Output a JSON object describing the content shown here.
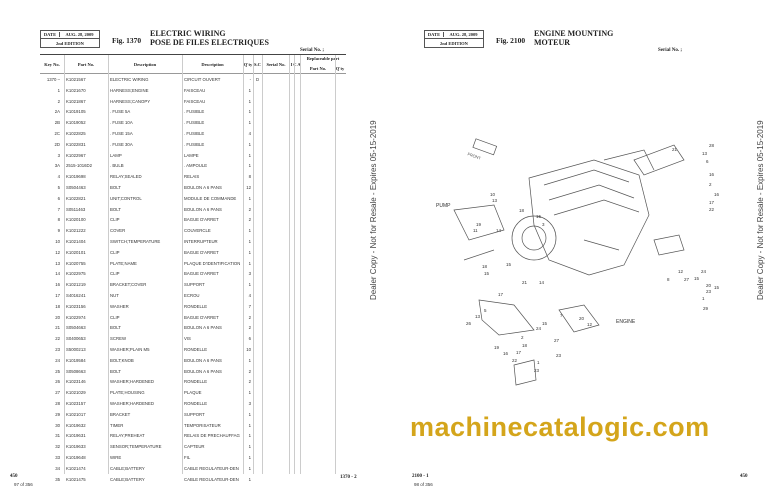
{
  "left_page": {
    "date_label": "DATE",
    "date": "AUG. 28, 2009",
    "edition": "2nd EDITION",
    "fig": "Fig. 1370",
    "title_en": "ELECTRIC WIRING",
    "title_fr": "POSE DE FILES ELECTRIQUES",
    "serial": "Serial No. ;",
    "headers": {
      "key": "Key No.",
      "part": "Part No.",
      "desc": "Description",
      "desc_fr": "Description",
      "qty": "Q'ty",
      "sc": "S.C",
      "serial": "Serial No.",
      "ic": "I",
      "ca": "C A",
      "replaceable": "Replaceable part",
      "rep_part": "Part No.",
      "rep_qty": "Q'ty"
    },
    "rows": [
      [
        "1370 –",
        "K1021567",
        "ELECTRIC WIRING",
        "CIRCUIT OUVERT",
        "-",
        "D"
      ],
      [
        "1",
        "K1021670",
        "HARNESS;ENGINE",
        "FAISCEAU",
        "1",
        ""
      ],
      [
        "2",
        "K1021867",
        "HARNESS;CANOPY",
        "FAISCEAU",
        "1",
        ""
      ],
      [
        "2A",
        "K1019105",
        ". FUSE 5A",
        ". FUSIBLE",
        "1",
        ""
      ],
      [
        "2B",
        "K1019052",
        ". FUSE 10A",
        ". FUSIBLE",
        "1",
        ""
      ],
      [
        "2C",
        "K1022825",
        ". FUSE 15A",
        ". FUSIBLE",
        "4",
        ""
      ],
      [
        "2D",
        "K1022831",
        ". FUSE 30A",
        ". FUSIBLE",
        "1",
        ""
      ],
      [
        "3",
        "K1022967",
        "LAMP",
        "LAMPE",
        "1",
        ""
      ],
      [
        "3A",
        "2515-1016D2",
        ". BULB",
        ". AMPOULE",
        "1",
        ""
      ],
      [
        "4",
        "K1019698",
        "RELAY;SEALED",
        "RELAIS",
        "8",
        ""
      ],
      [
        "5",
        "S0504463",
        "BOLT",
        "BOULON A 6 PANS",
        "12",
        ""
      ],
      [
        "6",
        "K1022821",
        "UNIT;CONTROL",
        "MODULE DE COMMANDE",
        "1",
        ""
      ],
      [
        "7",
        "S0511463",
        "BOLT",
        "BOULON A 6 PANS",
        "2",
        ""
      ],
      [
        "8",
        "K1020100",
        "CLIP",
        "BAGUE D'ARRET",
        "2",
        ""
      ],
      [
        "9",
        "K1021222",
        "COVER",
        "COUVERCLE",
        "1",
        ""
      ],
      [
        "10",
        "K1021404",
        "SWITCH;TEMPERATURE",
        "INTERRUPTEUR",
        "1",
        ""
      ],
      [
        "12",
        "K1020101",
        "CLIP",
        "BAGUE D'ARRET",
        "1",
        ""
      ],
      [
        "13",
        "K1020755",
        "PLATE;NAME",
        "PLAQUE D'IDENTIFICATION",
        "1",
        ""
      ],
      [
        "14",
        "K1022975",
        "CLIP",
        "BAGUE D'ARRET",
        "3",
        ""
      ],
      [
        "16",
        "K1021219",
        "BRACKET;COVER",
        "SUPPORT",
        "1",
        ""
      ],
      [
        "17",
        "S4016241",
        "NUT",
        "ECROU",
        "4",
        ""
      ],
      [
        "18",
        "K1023156",
        "WASHER",
        "RONDELLE",
        "7",
        ""
      ],
      [
        "20",
        "K1022974",
        "CLIP",
        "BAGUE D'ARRET",
        "2",
        ""
      ],
      [
        "21",
        "S0504663",
        "BOLT",
        "BOULON A 6 PANS",
        "2",
        ""
      ],
      [
        "22",
        "S0400653",
        "SCREW",
        "VIS",
        "6",
        ""
      ],
      [
        "23",
        "S5000213",
        "WASHER;PLAIN M5",
        "RONDELLE",
        "10",
        ""
      ],
      [
        "24",
        "K1019584",
        "BOLT;KNOB",
        "BOULON A 6 PANS",
        "1",
        ""
      ],
      [
        "25",
        "S0508663",
        "BOLT",
        "BOULON A 6 PANS",
        "2",
        ""
      ],
      [
        "26",
        "K1023146",
        "WASHER;HARDENED",
        "RONDELLE",
        "2",
        ""
      ],
      [
        "27",
        "K1021029",
        "PLATE;HOUSING",
        "PLAQUE",
        "1",
        ""
      ],
      [
        "28",
        "K1023157",
        "WASHER;HARDENED",
        "RONDELLE",
        "3",
        ""
      ],
      [
        "29",
        "K1021017",
        "BRACKET",
        "SUPPORT",
        "1",
        ""
      ],
      [
        "30",
        "K1019632",
        "TIMER",
        "TEMPORISATEUR",
        "1",
        ""
      ],
      [
        "31",
        "K1019631",
        "RELAY;PREHEAT",
        "RELAIS DE PRECHAUFFAG",
        "1",
        ""
      ],
      [
        "32",
        "K1019633",
        "SENSOR;TEMPERATURE",
        "CAPTEUR",
        "1",
        ""
      ],
      [
        "33",
        "K1019648",
        "WIRE",
        "FIL",
        "1",
        ""
      ],
      [
        "34",
        "K1021474",
        "CABLE;BATTERY",
        "CABLE REGULATEUR-DEN",
        "1",
        ""
      ],
      [
        "35",
        "K1021475",
        "CABLE;BATTERY",
        "CABLE REGULATEUR-DEN",
        "1",
        ""
      ]
    ],
    "footer_model": "450",
    "footer_pages": "97 of 356",
    "footer_fig": "1370 - 2"
  },
  "right_page": {
    "date_label": "DATE",
    "date": "AUG. 28, 2009",
    "edition": "2nd EDITION",
    "fig": "Fig. 2100",
    "title_en": "ENGINE MOUNTING",
    "title_fr": "MOTEUR",
    "serial": "Serial No. ;",
    "diagram_labels": {
      "pump": "PUMP",
      "engine": "ENGINE",
      "callouts": [
        "21",
        "28",
        "13",
        "6",
        "10",
        "13",
        "18",
        "15",
        "16",
        "2",
        "16",
        "17",
        "22",
        "3",
        "19",
        "11",
        "14",
        "15",
        "18",
        "15",
        "21",
        "14",
        "12",
        "27",
        "15",
        "24",
        "20",
        "15",
        "8",
        "23",
        "17",
        "1",
        "29",
        "5",
        "13",
        "26",
        "7",
        "15",
        "24",
        "12",
        "20",
        "2",
        "18",
        "27",
        "19",
        "16",
        "17",
        "23",
        "22",
        "1",
        "23"
      ]
    },
    "footer_fig": "2100 - 1",
    "footer_pages": "98 of 356",
    "footer_model": "450"
  },
  "watermark": "Dealer Copy - Not for Resale - Expires 05-15-2019",
  "brand": "machinecatalogic.com",
  "colors": {
    "brand": "#d4a51b"
  }
}
